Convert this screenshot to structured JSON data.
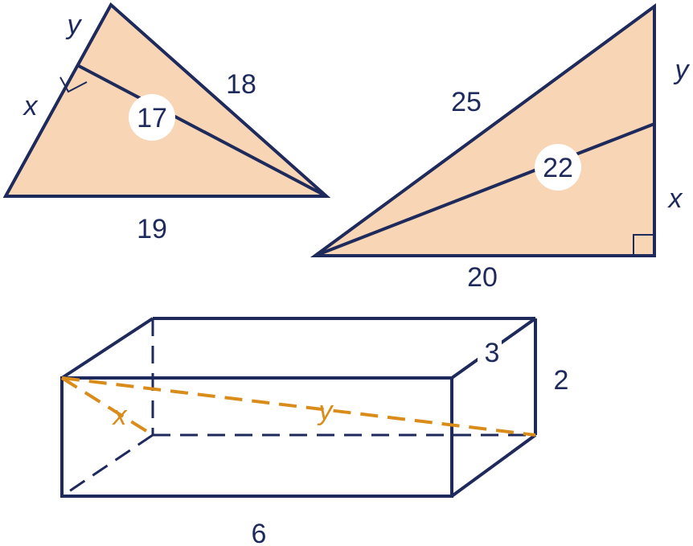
{
  "colors": {
    "stroke": "#1f2a5c",
    "fill": "#f7d5b5",
    "diagonal": "#d98c1a",
    "badge": "#ffffff"
  },
  "triangle_left": {
    "label_y": "y",
    "label_x": "x",
    "label_side": "18",
    "label_height": "17",
    "label_base": "19"
  },
  "triangle_right": {
    "label_hyp": "25",
    "label_y": "y",
    "label_x": "x",
    "label_cevian": "22",
    "label_base": "20"
  },
  "box": {
    "label_depth": "3",
    "label_height": "2",
    "label_length": "6",
    "label_x": "x",
    "label_y": "y"
  }
}
